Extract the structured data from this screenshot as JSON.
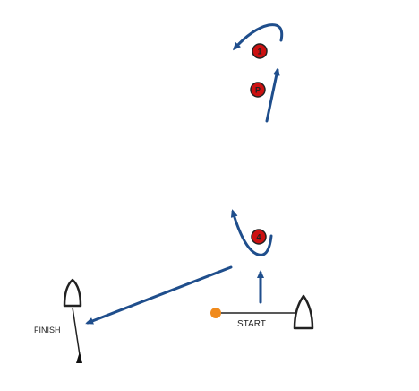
{
  "labels": {
    "start": "START",
    "finish": "FINISH"
  },
  "marks": [
    {
      "id": "mark-1",
      "label": "1"
    },
    {
      "id": "mark-p",
      "label": "P"
    },
    {
      "id": "mark-4",
      "label": "4"
    }
  ],
  "colors": {
    "route": "#1f4e8c",
    "mark_fill": "#cc1111",
    "mark_stroke": "#222222",
    "pin_buoy": "#f08a1c",
    "boat_outline": "#222222",
    "finish_flag": "#111111"
  },
  "icons": {
    "committee_boat": "boat-icon",
    "pin_end": "orange-buoy-icon",
    "finish_flag": "black-triangle-flag-icon"
  }
}
